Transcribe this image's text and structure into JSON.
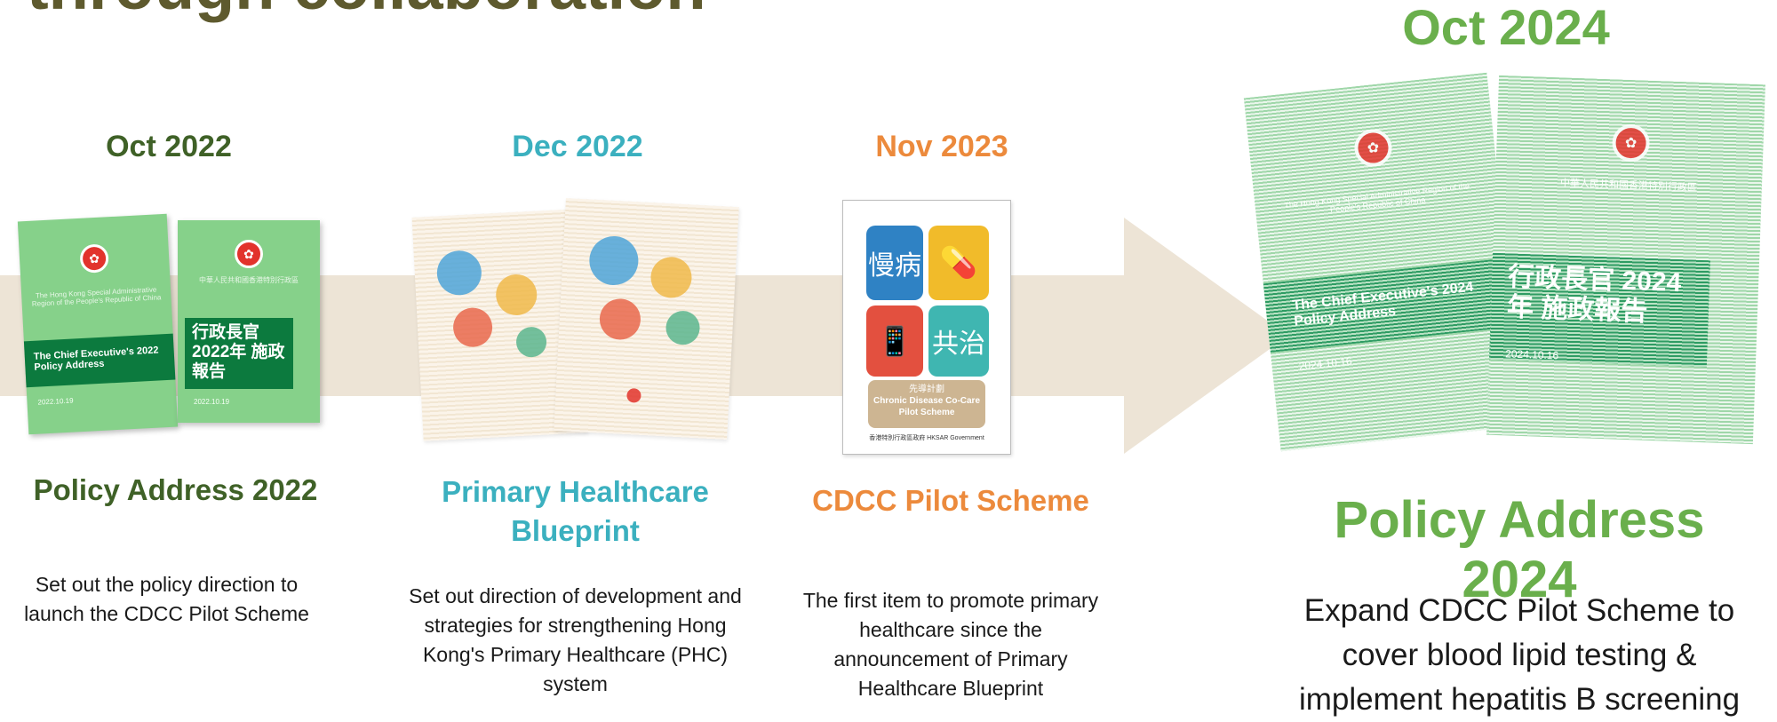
{
  "header": {
    "title": "through collaboration"
  },
  "timeline": [
    {
      "date": "Oct 2022",
      "title": "Policy Address 2022",
      "description": "Set out the policy direction to launch the CDCC Pilot Scheme",
      "color": "#3f6127"
    },
    {
      "date": "Dec 2022",
      "title": "Primary Healthcare Blueprint",
      "description": "Set out direction of development and strategies for strengthening Hong Kong's Primary Healthcare (PHC) system",
      "color": "#3bb0bf"
    },
    {
      "date": "Nov 2023",
      "title": "CDCC Pilot Scheme",
      "description": "The first item to promote primary healthcare since the announcement of Primary Healthcare Blueprint",
      "color": "#ec8a3c"
    },
    {
      "date": "Oct 2024",
      "title": "Policy Address 2024",
      "description": "Expand CDCC Pilot Scheme to cover blood lipid testing & implement hepatitis B screening",
      "color": "#6aaf4c"
    }
  ],
  "covers": {
    "pa2022_en_title": "The Chief Executive's 2022 Policy Address",
    "pa2022_en_date": "2022.10.19",
    "pa2022_zh_title": "行政長官 2022年 施政報告",
    "pa2022_zh_date": "2022.10.19",
    "pa2022_en_header": "The Hong Kong Special Administrative Region of the People's Republic of China",
    "pa2022_zh_header": "中華人民共和國香港特別行政區",
    "cdcc_tile1": "慢病",
    "cdcc_tile4": "共治",
    "cdcc_label_zh": "先導計劃",
    "cdcc_label_en": "Chronic Disease Co-Care Pilot Scheme",
    "cdcc_footer": "香港特別行政區政府  HKSAR Government",
    "pa2024_en_title": "The Chief Executive's 2024 Policy Address",
    "pa2024_en_date": "2024.10.16",
    "pa2024_zh_title": "行政長官 2024年 施政報告",
    "pa2024_zh_date": "2024.10.16",
    "pa2024_en_header": "The Hong Kong Special Administrative Region of the People's Republic of China",
    "pa2024_zh_header": "中華人民共和國香港特別行政區"
  },
  "icons": {
    "emblem": "hksar-bauhinia-emblem-icon",
    "arrow": "timeline-arrow"
  }
}
